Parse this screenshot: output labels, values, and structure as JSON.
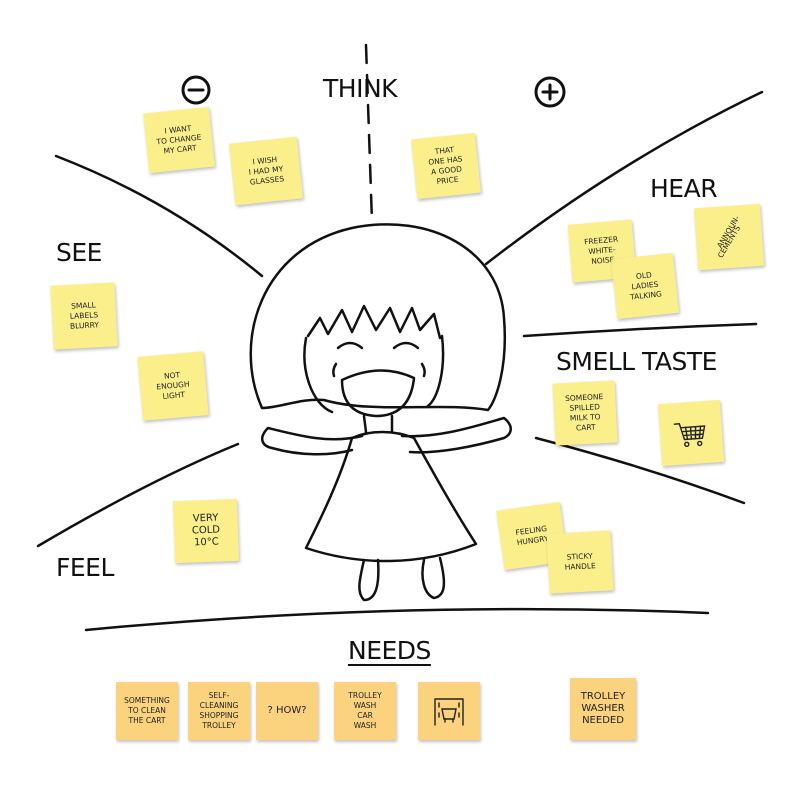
{
  "quadrants": {
    "think": "THINK",
    "hear": "HEAR",
    "see": "SEE",
    "smell_taste": "SMELL TASTE",
    "feel": "FEEL",
    "needs": "NEEDS"
  },
  "symbols": {
    "negative": "−",
    "positive": "+"
  },
  "notes": {
    "want_change_cart": [
      "I WANT",
      "TO CHANGE",
      "MY CART"
    ],
    "wish_glasses": [
      "I WISH",
      "I HAD MY",
      "GLASSES"
    ],
    "good_price": [
      "THAT",
      "ONE HAS",
      "A GOOD",
      "PRICE"
    ],
    "freezer_noise": [
      "FREEZER",
      "WHITE-",
      "NOISE"
    ],
    "old_ladies": [
      "OLD",
      "LADIES",
      "TALKING"
    ],
    "announcements": [
      "ANNOUN-",
      "CEMENTS"
    ],
    "small_labels": [
      "SMALL",
      "LABELS",
      "BLURRY"
    ],
    "not_enough_light": [
      "NOT",
      "ENOUGH",
      "LIGHT"
    ],
    "spilled_milk": [
      "SOMEONE",
      "SPILLED",
      "MILK TO",
      "CART"
    ],
    "very_cold": [
      "VERY",
      "COLD",
      "10°C"
    ],
    "feeling_hungry": [
      "FEELING",
      "HUNGRY"
    ],
    "sticky_handle": [
      "STICKY",
      "HANDLE"
    ]
  },
  "needs": {
    "clean_cart": [
      "SOMETHING",
      "TO CLEAN",
      "THE CART"
    ],
    "self_cleaning": [
      "SELF-",
      "CLEANING",
      "SHOPPING",
      "TROLLEY"
    ],
    "how": [
      "? HOW?"
    ],
    "trolley_wash": [
      "TROLLEY",
      "WASH",
      "CAR",
      "WASH"
    ],
    "washer_needed": [
      "TROLLEY",
      "WASHER",
      "NEEDED"
    ]
  },
  "icons": {
    "cart_sketch": "shopping-cart-icon",
    "trolley_wash_sketch": "trolley-wash-icon",
    "minus": "minus-circle-icon",
    "plus": "plus-circle-icon"
  },
  "colors": {
    "sticky_yellow": "#fbef8c",
    "sticky_orange": "#fbd27e",
    "ink": "#111111"
  }
}
